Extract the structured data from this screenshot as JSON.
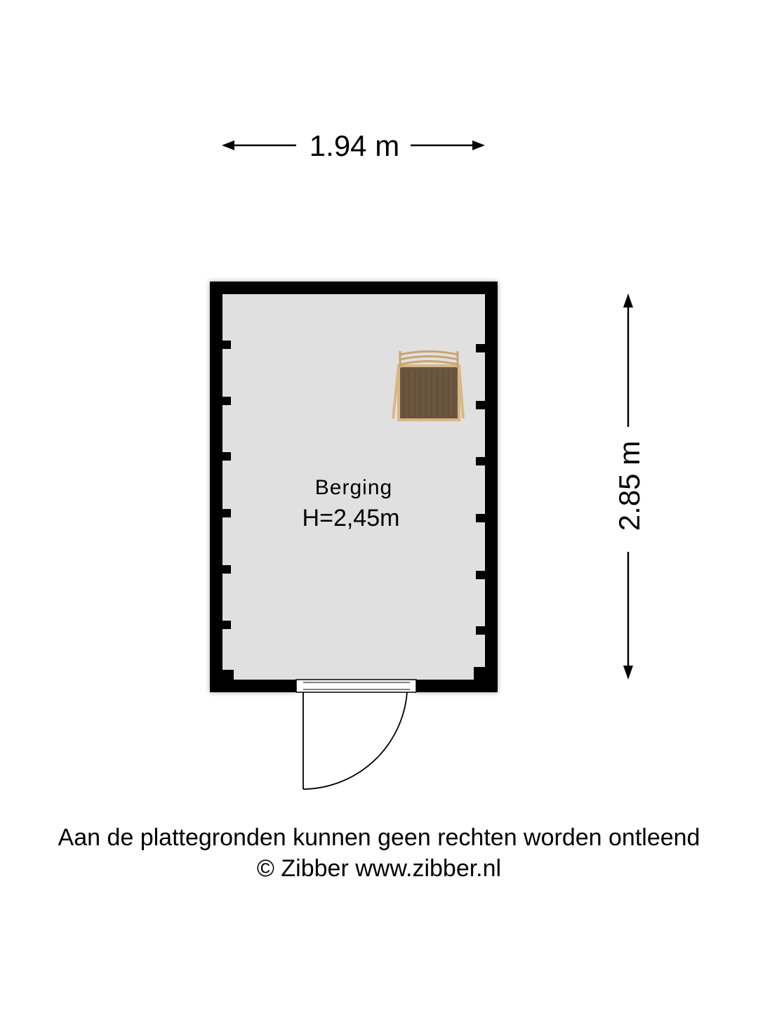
{
  "floorplan": {
    "width_dimension": "1.94 m",
    "depth_dimension": "2.85 m",
    "room": {
      "name": "Berging",
      "height": "H=2,45m"
    },
    "colors": {
      "wall": "#000000",
      "floor": "#e0e0e0",
      "rack_frame": "#d9b784",
      "rack_center": "#6b5640"
    }
  },
  "footer": {
    "disclaimer": "Aan de plattegronden kunnen geen rechten worden ontleend",
    "copyright": "© Zibber www.zibber.nl"
  }
}
